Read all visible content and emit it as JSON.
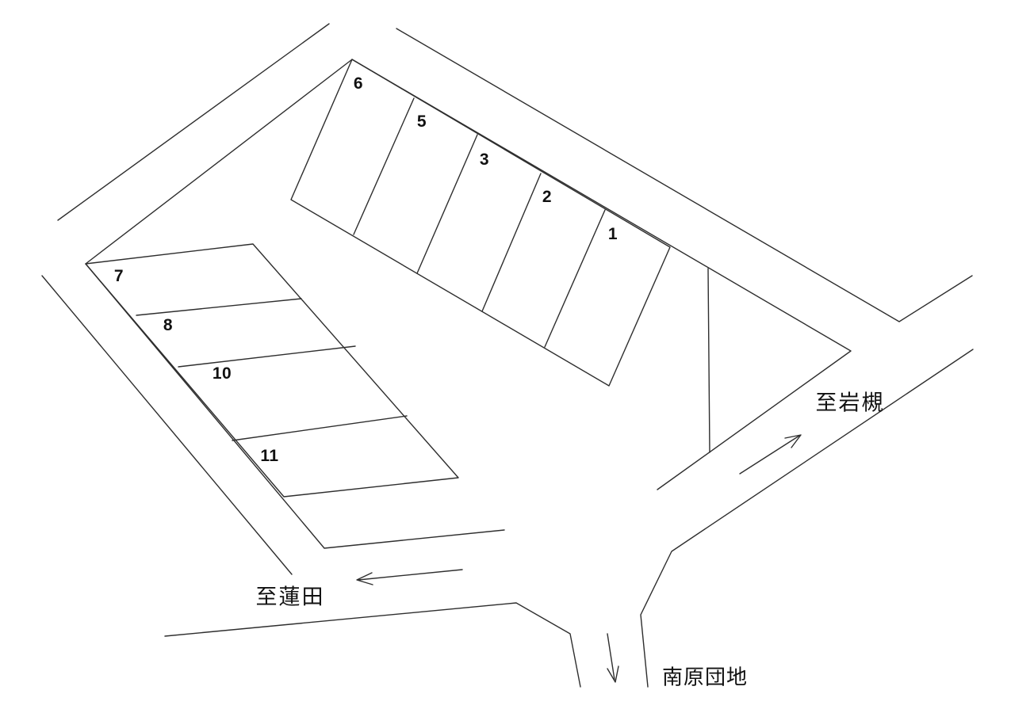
{
  "figure": {
    "type": "parking-lot-location-sketch",
    "background_color": "#ffffff",
    "line_color": "#2e2e2e",
    "text_color": "#111111"
  },
  "upper_block": {
    "plots": [
      {
        "number": "6"
      },
      {
        "number": "5"
      },
      {
        "number": "3"
      },
      {
        "number": "2"
      },
      {
        "number": "1"
      }
    ]
  },
  "lower_block": {
    "plots": [
      {
        "number": "7"
      },
      {
        "number": "8"
      },
      {
        "number": "10"
      },
      {
        "number": "11"
      }
    ]
  },
  "roads": {
    "iwatsuki": {
      "label": "至岩槻",
      "arrow": "up-right"
    },
    "hasuda": {
      "label": "至蓮田",
      "arrow": "left"
    },
    "danchi": {
      "label": "南原団地",
      "arrow": "down"
    }
  }
}
